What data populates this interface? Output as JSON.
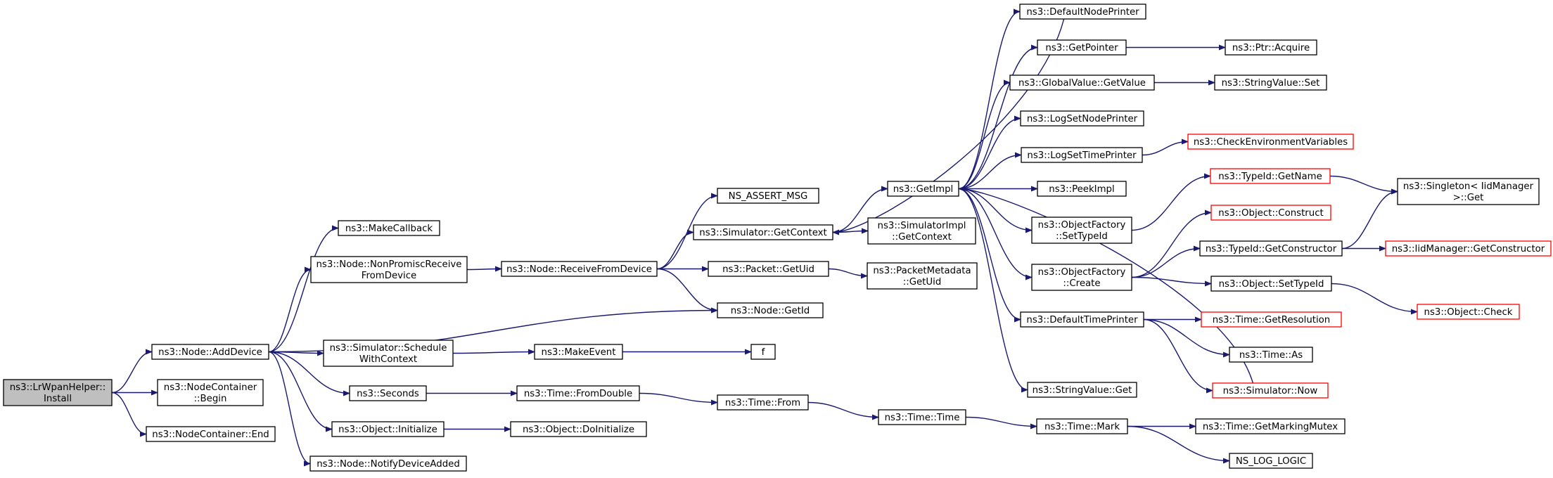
{
  "colors": {
    "edge": "#191970",
    "border_default": "#000000",
    "border_truncated": "#ff0000",
    "fill_default": "#ffffff",
    "fill_root": "#bfbfbf"
  },
  "nodes": [
    {
      "id": "install",
      "lines": [
        "ns3::LrWpanHelper::",
        "Install"
      ],
      "style": "root"
    },
    {
      "id": "addDevice",
      "lines": [
        "ns3::Node::AddDevice"
      ]
    },
    {
      "id": "ncBegin",
      "lines": [
        "ns3::NodeContainer",
        "::Begin"
      ]
    },
    {
      "id": "ncEnd",
      "lines": [
        "ns3::NodeContainer::End"
      ]
    },
    {
      "id": "makeCallback",
      "lines": [
        "ns3::MakeCallback"
      ]
    },
    {
      "id": "nonPromisc",
      "lines": [
        "ns3::Node::NonPromiscReceive",
        "FromDevice"
      ]
    },
    {
      "id": "schedule",
      "lines": [
        "ns3::Simulator::Schedule",
        "WithContext"
      ]
    },
    {
      "id": "seconds",
      "lines": [
        "ns3::Seconds"
      ]
    },
    {
      "id": "objInit",
      "lines": [
        "ns3::Object::Initialize"
      ]
    },
    {
      "id": "notifyAdded",
      "lines": [
        "ns3::Node::NotifyDeviceAdded"
      ]
    },
    {
      "id": "receiveFrom",
      "lines": [
        "ns3::Node::ReceiveFromDevice"
      ]
    },
    {
      "id": "makeEvent",
      "lines": [
        "ns3::MakeEvent"
      ]
    },
    {
      "id": "fromDouble",
      "lines": [
        "ns3::Time::FromDouble"
      ]
    },
    {
      "id": "doInit",
      "lines": [
        "ns3::Object::DoInitialize"
      ]
    },
    {
      "id": "nsAssert",
      "lines": [
        "NS_ASSERT_MSG"
      ]
    },
    {
      "id": "getContext",
      "lines": [
        "ns3::Simulator::GetContext"
      ]
    },
    {
      "id": "getUid",
      "lines": [
        "ns3::Packet::GetUid"
      ]
    },
    {
      "id": "nodeGetId",
      "lines": [
        "ns3::Node::GetId"
      ]
    },
    {
      "id": "f",
      "lines": [
        "f"
      ]
    },
    {
      "id": "timeFrom",
      "lines": [
        "ns3::Time::From"
      ]
    },
    {
      "id": "getImpl",
      "lines": [
        "ns3::GetImpl"
      ]
    },
    {
      "id": "simImplGetContext",
      "lines": [
        "ns3::SimulatorImpl",
        "::GetContext"
      ]
    },
    {
      "id": "pmGetUid",
      "lines": [
        "ns3::PacketMetadata",
        "::GetUid"
      ]
    },
    {
      "id": "timeTime",
      "lines": [
        "ns3::Time::Time"
      ]
    },
    {
      "id": "defaultNodePrinter",
      "lines": [
        "ns3::DefaultNodePrinter"
      ]
    },
    {
      "id": "getPointer",
      "lines": [
        "ns3::GetPointer"
      ]
    },
    {
      "id": "gvGetValue",
      "lines": [
        "ns3::GlobalValue::GetValue"
      ]
    },
    {
      "id": "logSetNodePrinter",
      "lines": [
        "ns3::LogSetNodePrinter"
      ]
    },
    {
      "id": "logSetTimePrinter",
      "lines": [
        "ns3::LogSetTimePrinter"
      ]
    },
    {
      "id": "peekImpl",
      "lines": [
        "ns3::PeekImpl"
      ]
    },
    {
      "id": "ofSetTypeId",
      "lines": [
        "ns3::ObjectFactory",
        "::SetTypeId"
      ]
    },
    {
      "id": "ofCreate",
      "lines": [
        "ns3::ObjectFactory",
        "::Create"
      ]
    },
    {
      "id": "defaultTimePrinter",
      "lines": [
        "ns3::DefaultTimePrinter"
      ]
    },
    {
      "id": "svGet",
      "lines": [
        "ns3::StringValue::Get"
      ]
    },
    {
      "id": "timeMark",
      "lines": [
        "ns3::Time::Mark"
      ]
    },
    {
      "id": "ptrAcquire",
      "lines": [
        "ns3::Ptr::Acquire"
      ]
    },
    {
      "id": "svSet",
      "lines": [
        "ns3::StringValue::Set"
      ]
    },
    {
      "id": "checkEnv",
      "lines": [
        "ns3::CheckEnvironmentVariables"
      ],
      "style": "truncated"
    },
    {
      "id": "typeIdGetName",
      "lines": [
        "ns3::TypeId::GetName"
      ],
      "style": "truncated"
    },
    {
      "id": "objConstruct",
      "lines": [
        "ns3::Object::Construct"
      ],
      "style": "truncated"
    },
    {
      "id": "typeIdGetCtor",
      "lines": [
        "ns3::TypeId::GetConstructor"
      ]
    },
    {
      "id": "objSetTypeId",
      "lines": [
        "ns3::Object::SetTypeId"
      ]
    },
    {
      "id": "getResolution",
      "lines": [
        "ns3::Time::GetResolution"
      ],
      "style": "truncated"
    },
    {
      "id": "timeAs",
      "lines": [
        "ns3::Time::As"
      ]
    },
    {
      "id": "simNow",
      "lines": [
        "ns3::Simulator::Now"
      ],
      "style": "truncated"
    },
    {
      "id": "getMarkingMutex",
      "lines": [
        "ns3::Time::GetMarkingMutex"
      ]
    },
    {
      "id": "nsLogLogic",
      "lines": [
        "NS_LOG_LOGIC"
      ]
    },
    {
      "id": "singletonGet",
      "lines": [
        "ns3::Singleton< IidManager",
        " >::Get"
      ]
    },
    {
      "id": "iidGetCtor",
      "lines": [
        "ns3::IidManager::GetConstructor"
      ],
      "style": "truncated"
    },
    {
      "id": "objCheck",
      "lines": [
        "ns3::Object::Check"
      ],
      "style": "truncated"
    }
  ],
  "edges": [
    [
      "install",
      "addDevice"
    ],
    [
      "install",
      "ncBegin"
    ],
    [
      "install",
      "ncEnd"
    ],
    [
      "addDevice",
      "makeCallback"
    ],
    [
      "addDevice",
      "nonPromisc"
    ],
    [
      "addDevice",
      "nodeGetId"
    ],
    [
      "addDevice",
      "schedule"
    ],
    [
      "addDevice",
      "seconds"
    ],
    [
      "addDevice",
      "objInit"
    ],
    [
      "addDevice",
      "notifyAdded"
    ],
    [
      "nonPromisc",
      "receiveFrom"
    ],
    [
      "receiveFrom",
      "nsAssert"
    ],
    [
      "receiveFrom",
      "getContext"
    ],
    [
      "receiveFrom",
      "getUid"
    ],
    [
      "receiveFrom",
      "nodeGetId"
    ],
    [
      "schedule",
      "makeEvent"
    ],
    [
      "makeEvent",
      "f"
    ],
    [
      "seconds",
      "fromDouble"
    ],
    [
      "fromDouble",
      "timeFrom"
    ],
    [
      "timeFrom",
      "timeTime"
    ],
    [
      "timeTime",
      "timeMark"
    ],
    [
      "timeMark",
      "getMarkingMutex"
    ],
    [
      "timeMark",
      "nsLogLogic"
    ],
    [
      "objInit",
      "doInit"
    ],
    [
      "getContext",
      "getImpl"
    ],
    [
      "getContext",
      "simImplGetContext"
    ],
    [
      "getUid",
      "pmGetUid"
    ],
    [
      "getImpl",
      "defaultNodePrinter"
    ],
    [
      "getImpl",
      "getPointer"
    ],
    [
      "getImpl",
      "gvGetValue"
    ],
    [
      "getImpl",
      "logSetNodePrinter"
    ],
    [
      "getImpl",
      "logSetTimePrinter"
    ],
    [
      "getImpl",
      "peekImpl"
    ],
    [
      "getImpl",
      "ofSetTypeId"
    ],
    [
      "getImpl",
      "ofCreate"
    ],
    [
      "getImpl",
      "defaultTimePrinter"
    ],
    [
      "getImpl",
      "svGet"
    ],
    [
      "getPointer",
      "ptrAcquire"
    ],
    [
      "gvGetValue",
      "svSet"
    ],
    [
      "logSetTimePrinter",
      "checkEnv"
    ],
    [
      "ofSetTypeId",
      "typeIdGetName"
    ],
    [
      "typeIdGetName",
      "singletonGet"
    ],
    [
      "ofCreate",
      "objConstruct"
    ],
    [
      "ofCreate",
      "typeIdGetCtor"
    ],
    [
      "ofCreate",
      "objSetTypeId"
    ],
    [
      "typeIdGetCtor",
      "singletonGet"
    ],
    [
      "typeIdGetCtor",
      "iidGetCtor"
    ],
    [
      "objSetTypeId",
      "objCheck"
    ],
    [
      "defaultTimePrinter",
      "getResolution"
    ],
    [
      "defaultTimePrinter",
      "timeAs"
    ],
    [
      "defaultTimePrinter",
      "simNow"
    ],
    [
      "simNow",
      "getImpl"
    ],
    [
      "defaultNodePrinter",
      "getContext"
    ]
  ]
}
